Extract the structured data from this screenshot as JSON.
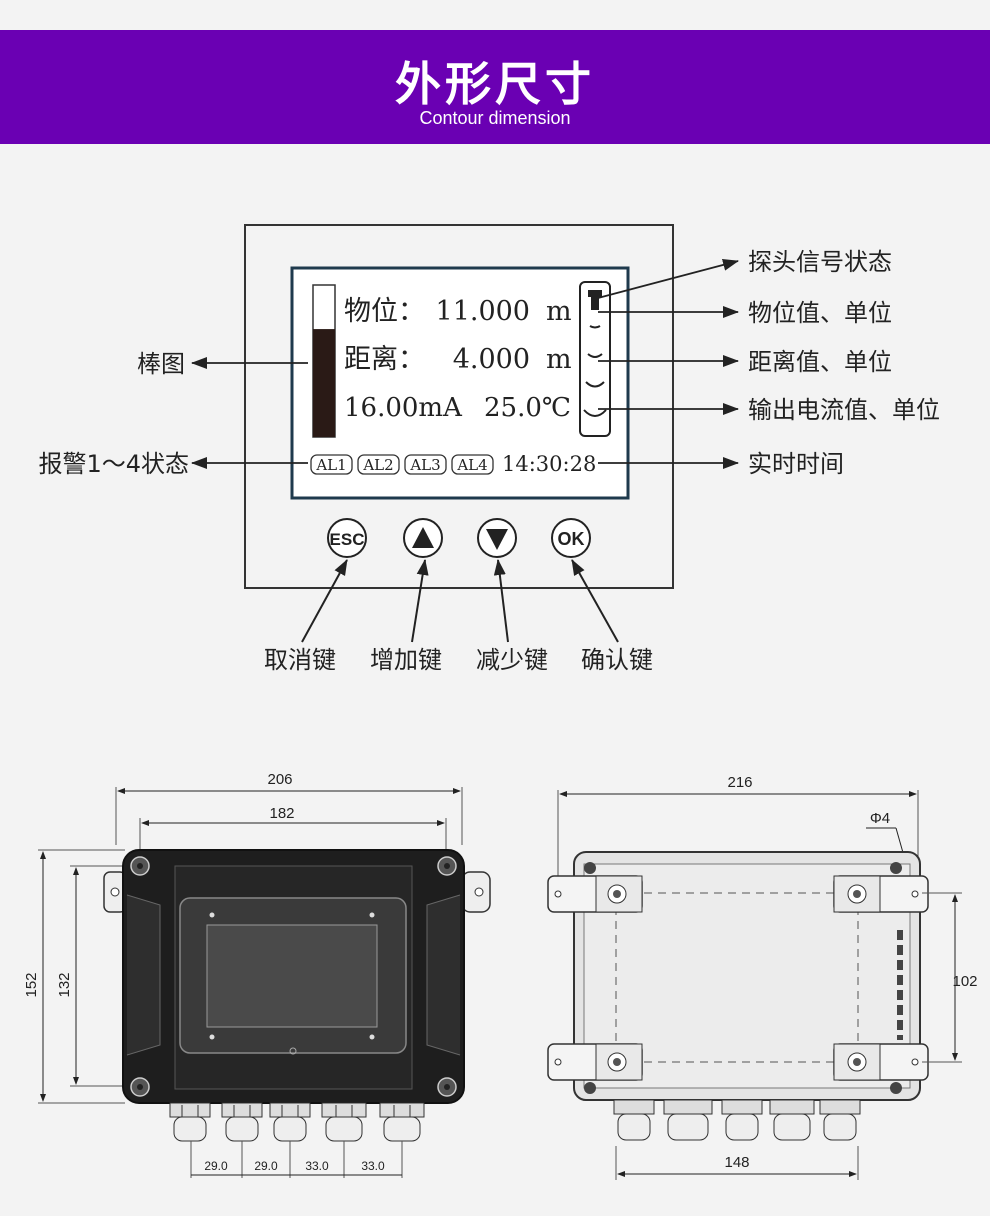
{
  "header": {
    "title": "外形尺寸",
    "subtitle": "Contour dimension",
    "bg_color": "#6a00b3"
  },
  "display": {
    "rows": [
      {
        "name": "物位：",
        "value": "11.000",
        "unit": "m"
      },
      {
        "name": "距离：",
        "value": "4.000",
        "unit": "m"
      }
    ],
    "current": "16.00mA",
    "temperature": "25.0℃",
    "alarms": [
      "AL1",
      "AL2",
      "AL3",
      "AL4"
    ],
    "time": "14:30:28",
    "bar_fill_fraction": 0.71,
    "screen_border_color": "#1f3a4d"
  },
  "keys": [
    {
      "label": "ESC",
      "icon": "esc-key-icon",
      "caption": "取消键"
    },
    {
      "label": "",
      "icon": "up-triangle-icon",
      "caption": "增加键"
    },
    {
      "label": "",
      "icon": "down-triangle-icon",
      "caption": "减少键"
    },
    {
      "label": "OK",
      "icon": "ok-key-icon",
      "caption": "确认键"
    }
  ],
  "annotations": {
    "probe_status": "探头信号状态",
    "level_value": "物位值、单位",
    "distance_value": "距离值、单位",
    "current_output": "输出电流值、单位",
    "realtime": "实时时间",
    "bar_chart": "棒图",
    "alarm_status": "报警1～4状态"
  },
  "dimensions": {
    "front": {
      "overall_width": "206",
      "inner_width": "182",
      "overall_height": "152",
      "inner_height": "132",
      "gland_spacing": [
        "29.0",
        "29.0",
        "33.0",
        "33.0"
      ]
    },
    "back": {
      "overall_width": "216",
      "hole_diameter": "Φ4",
      "hole_vertical": "102",
      "hole_horizontal": "148"
    }
  }
}
